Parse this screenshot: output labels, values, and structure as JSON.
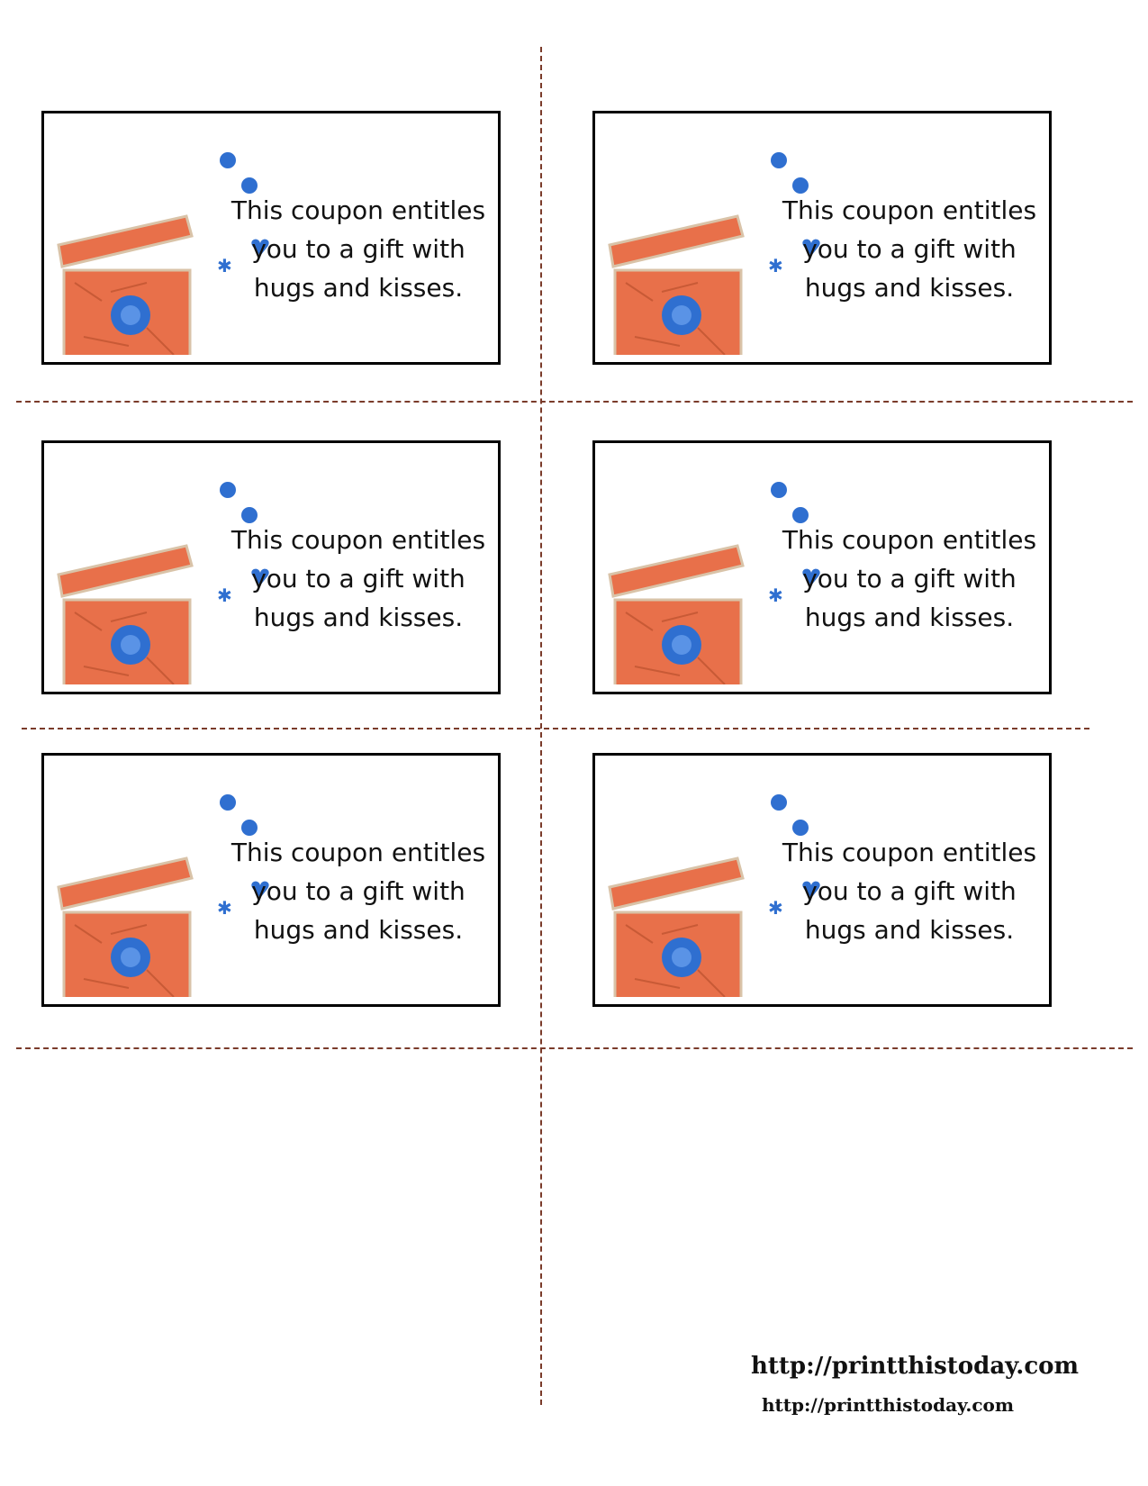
{
  "coupons": [
    {
      "text": "This coupon entitles you to a gift with hugs and kisses."
    },
    {
      "text": "This coupon entitles you to a gift with hugs and kisses."
    },
    {
      "text": "This coupon entitles you to a gift with hugs and kisses."
    },
    {
      "text": "This coupon entitles you to a gift with hugs and kisses."
    },
    {
      "text": "This coupon entitles you to a gift with hugs and kisses."
    },
    {
      "text": "This coupon entitles you to a gift with hugs and kisses."
    }
  ],
  "footer": {
    "url_large": "http://printthistoday.com",
    "url_small": "http://printthistoday.com"
  },
  "colors": {
    "cut_line": "#7a3b2a",
    "gift_box": "#e8704a",
    "flower": "#2f6fd0"
  },
  "icons": {
    "gift": "gift-box-icon",
    "flower": "flower-icon",
    "heart": "heart-icon"
  }
}
